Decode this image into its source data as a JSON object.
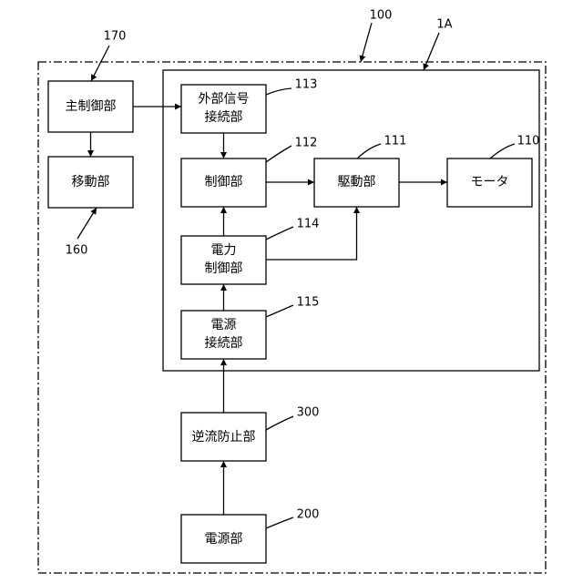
{
  "blocks": {
    "main_control": {
      "label": "主制御部",
      "ref": "170"
    },
    "moving_unit": {
      "label": "移動部",
      "ref": "160"
    },
    "ext_signal": {
      "line1": "外部信号",
      "line2": "接続部",
      "ref": "113"
    },
    "control": {
      "label": "制御部",
      "ref": "112"
    },
    "drive": {
      "label": "駆動部",
      "ref": "111"
    },
    "motor": {
      "label": "モータ",
      "ref": "110"
    },
    "power_ctrl": {
      "line1": "電力",
      "line2": "制御部",
      "ref": "114"
    },
    "psu_conn": {
      "line1": "電源",
      "line2": "接続部",
      "ref": "115"
    },
    "reverse_prev": {
      "label": "逆流防止部",
      "ref": "300"
    },
    "power_supply": {
      "label": "電源部",
      "ref": "200"
    }
  },
  "frames": {
    "outer": {
      "ref": "100"
    },
    "inner": {
      "ref": "1A"
    }
  }
}
